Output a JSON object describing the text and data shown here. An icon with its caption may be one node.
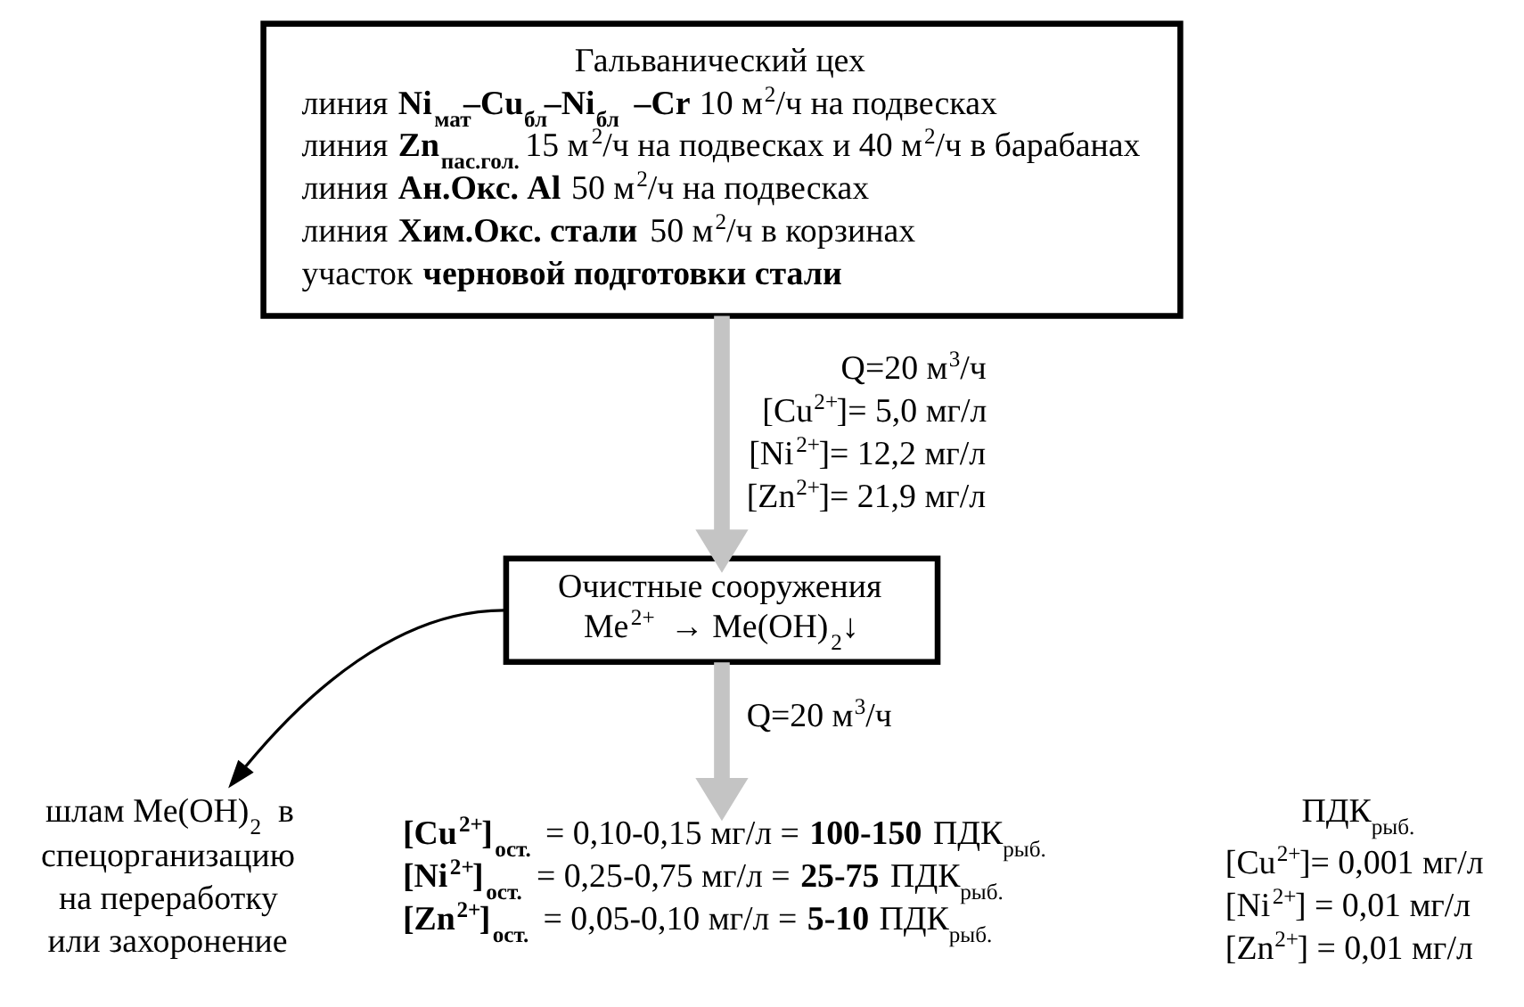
{
  "diagram": {
    "nodes": [
      {
        "text": [
          "Гальванический цех",
          "линия **Ni$_{мат}$–Cu$_{бл}$–Ni$_{бл}$ –Cr** 10 м$^{2}$/ч на подвесках",
          "линия **Zn$_{пас.гол.}$** 15 м$^{2}$/ч на подвесках и 40 м$^{2}$/ч в барабанах",
          "линия **Ан.Окс. Al** 50 м$^{2}$/ч на подвесках",
          "линия **Хим.Окс. стали** 50 м$^{2}$/ч в корзинах",
          "участок **черновой подготовки стали**"
        ]
      },
      {
        "text": [
          "Очистные сооружения",
          "Me$^{2+}$ → Me(OH)$_{2}$↓"
        ]
      },
      {
        "text": [
          "шлам Me(OH)$_{2}$ в спецорганизацию на переработку или захоронение"
        ]
      },
      {
        "text": [
          "**[Cu$^{2+}$]$_{ост.}$** = 0,10-0,15 мг/л = **100-150** ПДК$_{рыб.}$",
          "**[Ni$^{2+}$]$_{ост.}$** = 0,25-0,75 мг/л = **25-75** ПДК$_{рыб.}$",
          "**[Zn$^{2+}$]$_{ост.}$** = 0,05-0,10 мг/л = **5-10** ПДК$_{рыб.}$"
        ]
      }
    ],
    "edges": [
      {
        "from": 0,
        "to": 1,
        "arrow": "to",
        "label": "Q=20 м$^{3}$/ч [Cu$^{2+}$]= 5,0 мг/л [Ni$^{2+}$]= 12,2 мг/л [Zn$^{2+}$]= 21,9 мг/л"
      },
      {
        "from": 1,
        "to": 2,
        "arrow": "to",
        "color": "#000000"
      },
      {
        "from": 1,
        "to": 3,
        "arrow": "to",
        "label": "Q=20 м$^{3}$/ч"
      }
    ],
    "labels": [
      "ПДК$_{рыб.}$",
      "[Cu$^{2+}$]= 0,001 мг/л",
      "[Ni$^{2+}$] = 0,01 мг/л",
      "[Zn$^{2+}$] = 0,01 мг/л"
    ]
  }
}
